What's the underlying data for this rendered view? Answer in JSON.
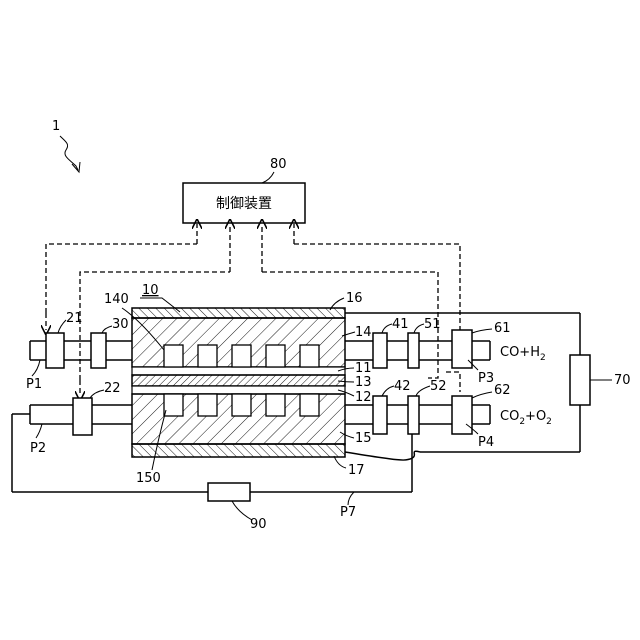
{
  "labels": {
    "system": "1",
    "controller_ref": "80",
    "controller": "制御装置",
    "cell_ref": "10",
    "n16": "16",
    "n140": "140",
    "n21": "21",
    "n30": "30",
    "n14": "14",
    "n41": "41",
    "n51": "51",
    "n61": "61",
    "p1": "P1",
    "p3": "P3",
    "n11": "11",
    "n13": "13",
    "n12": "12",
    "n22": "22",
    "n42": "42",
    "n52": "52",
    "n62": "62",
    "p2": "P2",
    "p4": "P4",
    "n15": "15",
    "n150": "150",
    "n17": "17",
    "n70": "70",
    "n90": "90",
    "p7": "P7"
  }
}
